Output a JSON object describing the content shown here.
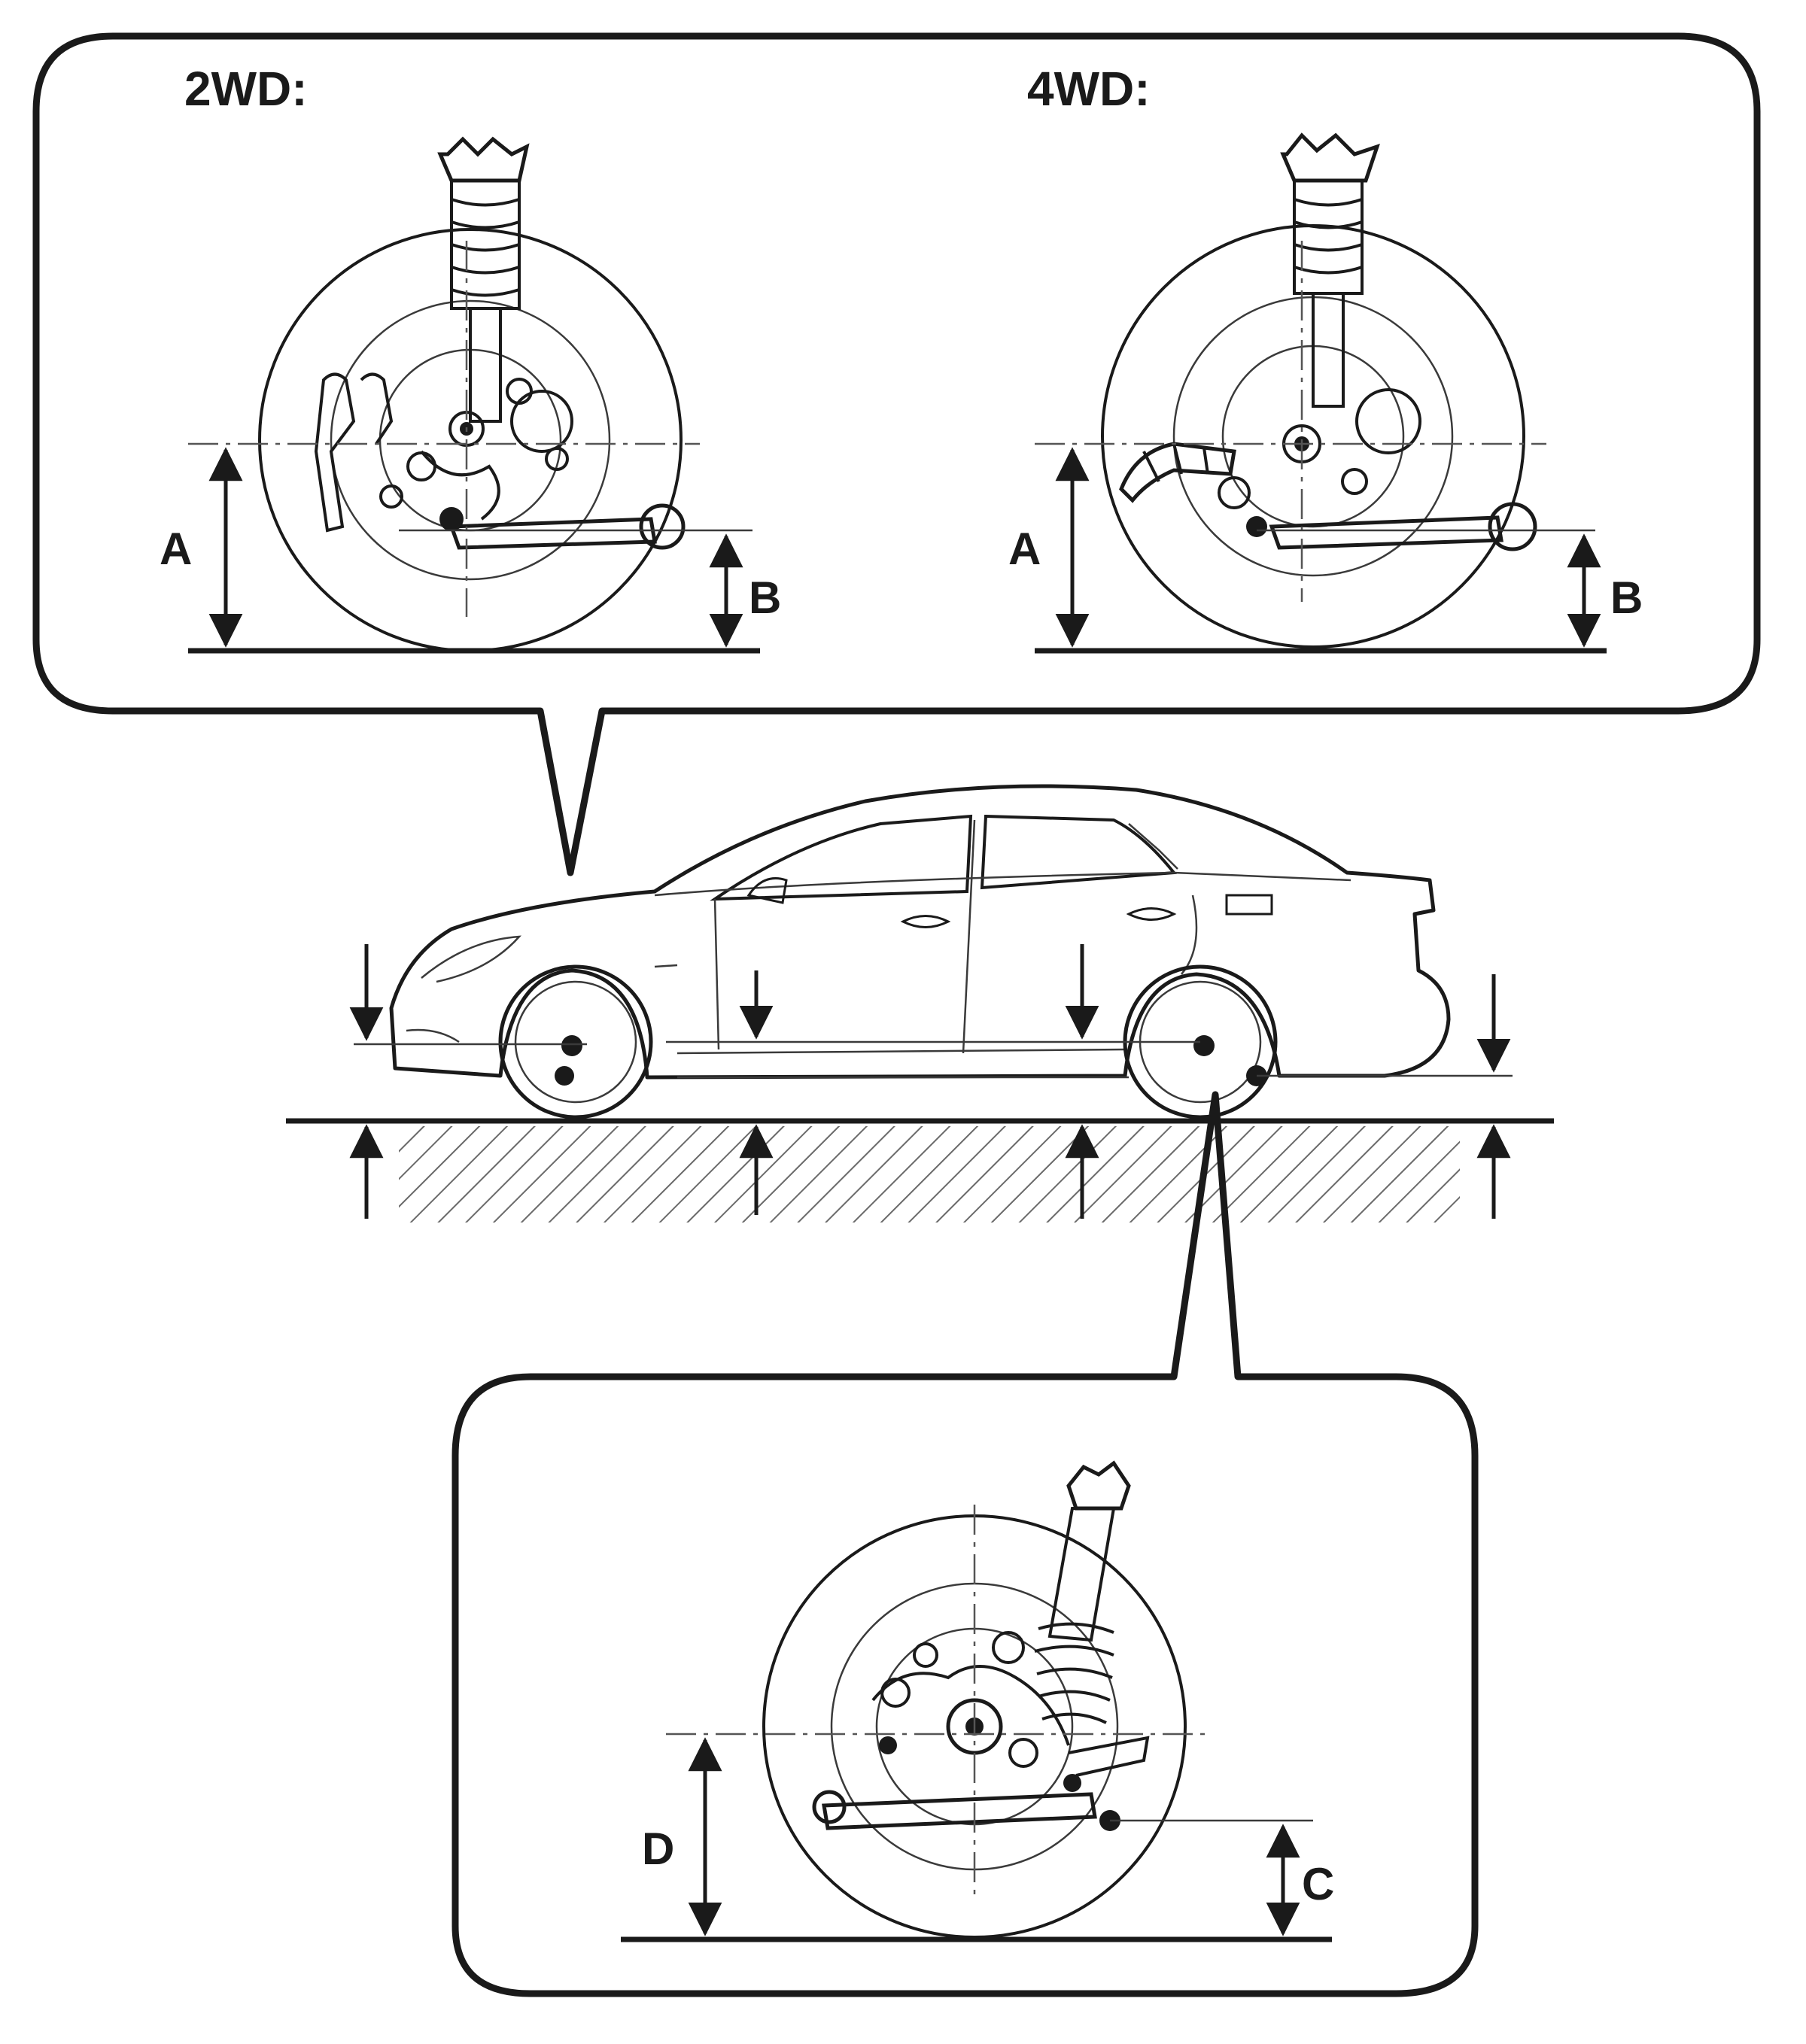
{
  "figure": {
    "front_callout": {
      "panels": [
        {
          "title": "2WD:",
          "labels": {
            "height_hub": "A",
            "height_arm": "B"
          }
        },
        {
          "title": "4WD:",
          "labels": {
            "height_hub": "A",
            "height_arm": "B"
          }
        }
      ]
    },
    "rear_callout": {
      "labels": {
        "height_hub": "D",
        "height_arm": "C"
      }
    }
  },
  "icons": [
    "front-suspension-icon",
    "rear-suspension-icon",
    "sedan-side-view-icon",
    "ground-hatch-icon"
  ],
  "colors": {
    "ink": "#1a1a1a",
    "background": "#ffffff"
  }
}
